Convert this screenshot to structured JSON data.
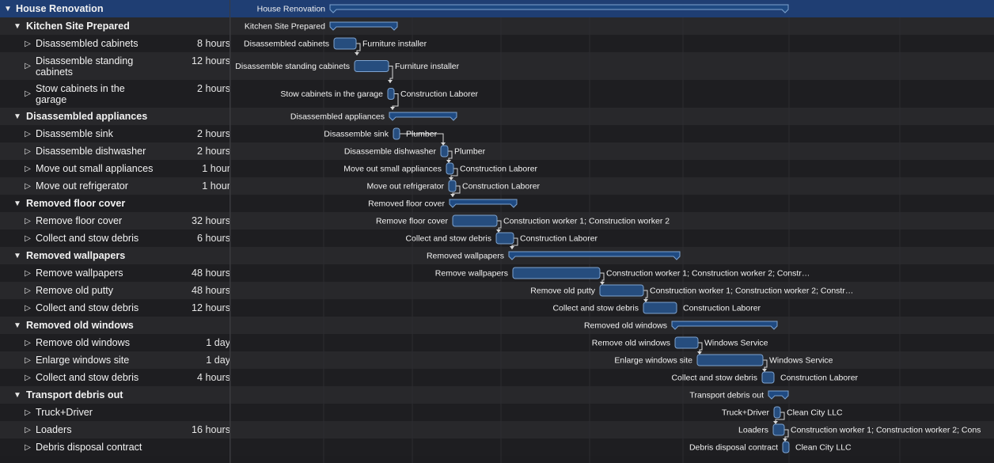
{
  "colors": {
    "selected_row": "#1f3e73",
    "bar_fill": "#264d7e",
    "bar_stroke": "#7ea3cf",
    "summary_fill": "#1f4a82",
    "text": "#f2f2f2",
    "link": "#d8d8d8"
  },
  "icons": {
    "expanded": "expanded-triangle-icon",
    "collapsed": "collapsed-triangle-icon"
  },
  "rows": [
    {
      "id": "house",
      "name": "House Renovation",
      "level": 0,
      "type": "group",
      "duration": "",
      "bar_label": "House Renovation",
      "resource": ""
    },
    {
      "id": "kitchen",
      "name": "Kitchen Site Prepared",
      "level": 1,
      "type": "group",
      "duration": "",
      "bar_label": "Kitchen Site Prepared",
      "resource": ""
    },
    {
      "id": "t1",
      "name": "Disassembled cabinets",
      "level": 2,
      "type": "task",
      "duration": "8 hours",
      "bar_label": "Disassembled cabinets",
      "resource": "Furniture installer"
    },
    {
      "id": "t2",
      "name": "Disassemble standing cabinets",
      "level": 2,
      "type": "task",
      "duration": "12 hours",
      "bar_label": "Disassemble standing cabinets",
      "resource": "Furniture installer"
    },
    {
      "id": "t3",
      "name": "Stow cabinets in the garage",
      "level": 2,
      "type": "task",
      "duration": "2 hours",
      "bar_label": "Stow cabinets in the garage",
      "resource": "Construction Laborer"
    },
    {
      "id": "appl",
      "name": "Disassembled appliances",
      "level": 1,
      "type": "group",
      "duration": "",
      "bar_label": "Disassembled appliances",
      "resource": ""
    },
    {
      "id": "t4",
      "name": "Disassemble sink",
      "level": 2,
      "type": "task",
      "duration": "2 hours",
      "bar_label": "Disassemble sink",
      "resource": "Plumber"
    },
    {
      "id": "t5",
      "name": "Disassemble dishwasher",
      "level": 2,
      "type": "task",
      "duration": "2 hours",
      "bar_label": "Disassemble dishwasher",
      "resource": "Plumber"
    },
    {
      "id": "t6",
      "name": "Move out small appliances",
      "level": 2,
      "type": "task",
      "duration": "1 hour",
      "bar_label": "Move out small appliances",
      "resource": "Construction Laborer"
    },
    {
      "id": "t7",
      "name": "Move out refrigerator",
      "level": 2,
      "type": "task",
      "duration": "1 hour",
      "bar_label": "Move out refrigerator",
      "resource": "Construction Laborer"
    },
    {
      "id": "floor",
      "name": "Removed floor cover",
      "level": 1,
      "type": "group",
      "duration": "",
      "bar_label": "Removed floor cover",
      "resource": ""
    },
    {
      "id": "t8",
      "name": "Remove floor cover",
      "level": 2,
      "type": "task",
      "duration": "32 hours",
      "bar_label": "Remove floor cover",
      "resource": "Construction worker 1; Construction worker 2"
    },
    {
      "id": "t9",
      "name": "Collect and stow debris",
      "level": 2,
      "type": "task",
      "duration": "6 hours",
      "bar_label": "Collect and stow debris",
      "resource": "Construction Laborer"
    },
    {
      "id": "wall",
      "name": "Removed wallpapers",
      "level": 1,
      "type": "group",
      "duration": "",
      "bar_label": "Removed wallpapers",
      "resource": ""
    },
    {
      "id": "t10",
      "name": "Remove wallpapers",
      "level": 2,
      "type": "task",
      "duration": "48 hours",
      "bar_label": "Remove wallpapers",
      "resource": "Construction worker 1; Construction worker 2; Constr…"
    },
    {
      "id": "t11",
      "name": "Remove old putty",
      "level": 2,
      "type": "task",
      "duration": "48 hours",
      "bar_label": "Remove old putty",
      "resource": "Construction worker 1; Construction worker 2; Constr…"
    },
    {
      "id": "t12",
      "name": "Collect and stow debris",
      "level": 2,
      "type": "task",
      "duration": "12 hours",
      "bar_label": "Collect and stow debris",
      "resource": "Construction Laborer"
    },
    {
      "id": "win",
      "name": "Removed old windows",
      "level": 1,
      "type": "group",
      "duration": "",
      "bar_label": "Removed old windows",
      "resource": ""
    },
    {
      "id": "t13",
      "name": "Remove old windows",
      "level": 2,
      "type": "task",
      "duration": "1 day",
      "bar_label": "Remove old windows",
      "resource": "Windows Service"
    },
    {
      "id": "t14",
      "name": "Enlarge windows site",
      "level": 2,
      "type": "task",
      "duration": "1 day",
      "bar_label": "Enlarge windows site",
      "resource": "Windows Service"
    },
    {
      "id": "t15",
      "name": "Collect and stow debris",
      "level": 2,
      "type": "task",
      "duration": "4 hours",
      "bar_label": "Collect and stow debris",
      "resource": "Construction Laborer"
    },
    {
      "id": "trans",
      "name": "Transport debris out",
      "level": 1,
      "type": "group",
      "duration": "",
      "bar_label": "Transport debris out",
      "resource": ""
    },
    {
      "id": "t16",
      "name": "Truck+Driver",
      "level": 2,
      "type": "task",
      "duration": "",
      "bar_label": "Truck+Driver",
      "resource": "Clean City LLC"
    },
    {
      "id": "t17",
      "name": "Loaders",
      "level": 2,
      "type": "task",
      "duration": "16 hours",
      "bar_label": "Loaders",
      "resource": "Construction worker 1; Construction worker 2; Cons"
    },
    {
      "id": "t18",
      "name": "Debris disposal contract",
      "level": 2,
      "type": "task",
      "duration": "",
      "bar_label": "Debris disposal contract",
      "resource": "Clean City LLC"
    }
  ]
}
